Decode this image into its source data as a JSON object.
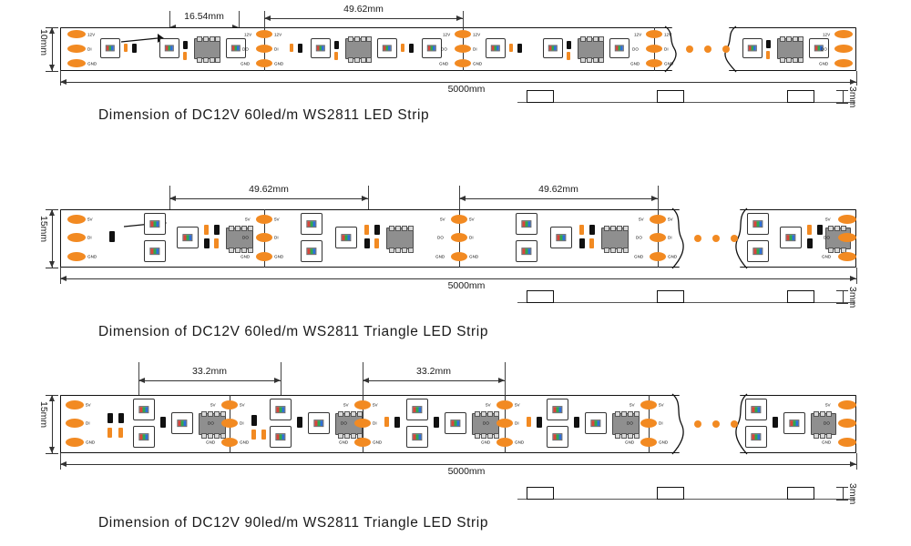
{
  "page": {
    "title": "WS2811 LED Strip Dimension Drawings",
    "accent_orange": "#F28A22",
    "ic_gray": "#8f8f8f",
    "line_color": "#333333"
  },
  "common": {
    "total_length": "5000mm",
    "thickness": "3mm",
    "pad_labels": [
      "12V",
      "DI",
      "GND"
    ],
    "pad_labels_5v": [
      "5V",
      "DI",
      "GND"
    ],
    "pad_labels_right": [
      "12V",
      "DO",
      "GND"
    ],
    "pad_labels_right_5v": [
      "5V",
      "DO",
      "GND"
    ]
  },
  "strips": [
    {
      "id": "strip-1",
      "caption": "Dimension  of  DC12V 60led/m WS2811 LED Strip",
      "width_label": "10mm",
      "thickness_label": "3mm",
      "length_label": "5000mm",
      "pitch_small": "16.54mm",
      "pitch_large": "49.62mm",
      "supply": "12V",
      "data_in": "DI",
      "data_out": "DO",
      "ground": "GND",
      "layout": "single-row",
      "leds_per_meter": "60led/m",
      "chip": "WS2811"
    },
    {
      "id": "strip-2",
      "caption": "Dimension  of  DC12V 60led/m WS2811 Triangle LED Strip",
      "width_label": "15mm",
      "thickness_label": "3mm",
      "length_label": "5000mm",
      "pitch_left": "49.62mm",
      "pitch_right": "49.62mm",
      "supply": "5V",
      "data_in": "DI",
      "data_out": "DO",
      "ground": "GND",
      "layout": "triangle",
      "leds_per_meter": "60led/m",
      "chip": "WS2811"
    },
    {
      "id": "strip-3",
      "caption": "Dimension  of  DC12V 90led/m WS2811 Triangle LED Strip",
      "width_label": "15mm",
      "thickness_label": "3mm",
      "length_label": "5000mm",
      "pitch_left": "33.2mm",
      "pitch_right": "33.2mm",
      "supply": "5V",
      "data_in": "DI",
      "data_out": "DO",
      "ground": "GND",
      "layout": "triangle",
      "leds_per_meter": "90led/m",
      "chip": "WS2811"
    }
  ]
}
